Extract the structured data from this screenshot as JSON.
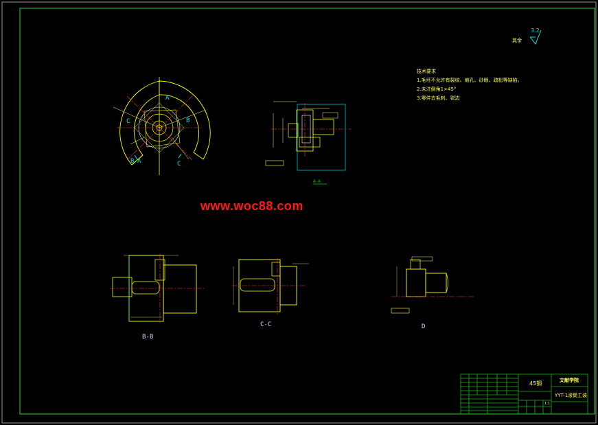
{
  "colors": {
    "border": "#21b221",
    "outline": "#ffff00",
    "section": "#ffffff",
    "center": "#ff3030",
    "dim": "#00e5e5",
    "accent": "#00cc00",
    "watermark": "#ff1a1a"
  },
  "watermark": "www.woc88.com",
  "roughness": {
    "label": "其余",
    "value": "3.2"
  },
  "notes": {
    "title": "技术要求",
    "items": [
      "1.毛坯不允许有裂纹、缩孔、砂眼、疏松等缺陷。",
      "2.未注倒角1×45°",
      "3.零件去毛刺、锐边"
    ]
  },
  "views": {
    "bb": "B-B",
    "cc": "C-C",
    "d": "D",
    "section_a": "A-A"
  },
  "section_marks": [
    "A",
    "B",
    "C",
    "B",
    "A",
    "C"
  ],
  "title_block": {
    "material": "45钢",
    "school": "文献学院",
    "drawing_name": "YYT-1滚筒工装",
    "scale": "1:1"
  }
}
